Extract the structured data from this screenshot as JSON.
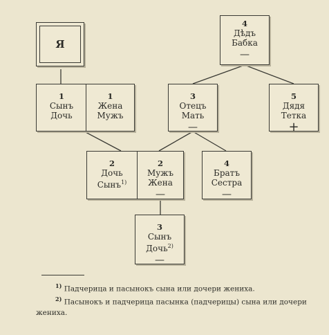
{
  "boxes": {
    "ya": {
      "label": "Я"
    },
    "grandparents": {
      "num": "4",
      "line1": "Дѣдъ",
      "line2": "Бабка",
      "mark": "—"
    },
    "son_daughter": {
      "num": "1",
      "line1": "Сынъ",
      "line2": "Дочь"
    },
    "wife_husband": {
      "num": "1",
      "line1": "Жена",
      "line2": "Мужъ"
    },
    "father_mother": {
      "num": "3",
      "line1": "Отецъ",
      "line2": "Мать",
      "mark": "—"
    },
    "uncle_aunt": {
      "num": "5",
      "line1": "Дядя",
      "line2": "Тетка",
      "mark": "+"
    },
    "daughter_son": {
      "num": "2",
      "line1": "Дочь",
      "line2": "Сынъ",
      "sup": "1)"
    },
    "husband_wife": {
      "num": "2",
      "line1": "Мужъ",
      "line2": "Жена",
      "mark": "—"
    },
    "brother_sister": {
      "num": "4",
      "line1": "Братъ",
      "line2": "Сестра",
      "mark": "—"
    },
    "grandchild": {
      "num": "3",
      "line1": "Сынъ",
      "line2": "Дочь",
      "sup": "2)",
      "mark": "—"
    }
  },
  "footnotes": [
    {
      "mark": "1)",
      "text": "Падчерица и пасынокъ сына или дочери жениха."
    },
    {
      "mark": "2)",
      "text": "Пасынокъ и падчерица пасынка (падчерицы) сына или дочери жениха."
    }
  ]
}
